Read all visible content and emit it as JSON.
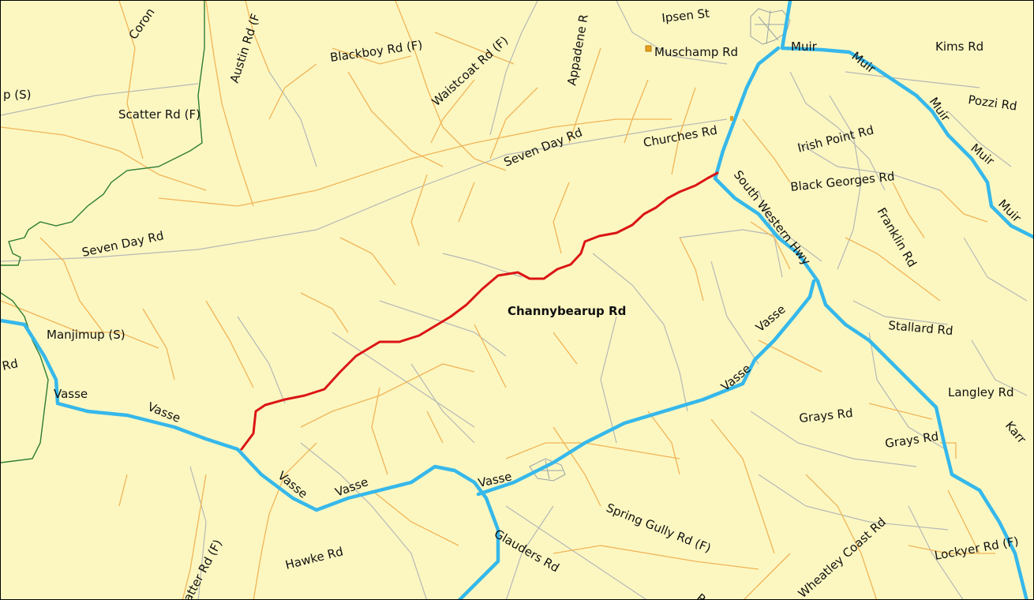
{
  "map": {
    "colors": {
      "background": "#fcf7c1",
      "highway": "#36b8ea",
      "gravel_road": "#f1b457",
      "minor_road": "#b5b8b6",
      "highlighted_road": "#db1515",
      "shire_boundary": "#2e7d32",
      "town": "#9aa3a6"
    },
    "labels": {
      "coron": "Coron",
      "austin_rd": "Austin Rd (F",
      "blackboy_rd": "Blackboy Rd (F)",
      "waistcoat_rd": "Waistcoat Rd (F)",
      "appadene": "Appadene R",
      "ipsen_st": "Ipsen St",
      "muschamp_rd": "Muschamp Rd",
      "muir_top": "Muir",
      "kims_rd": "Kims Rd",
      "muir_1": "Muir",
      "shire_partial": "p (S)",
      "scatter_rd": "Scatter Rd (F)",
      "pozzi_rd": "Pozzi Rd",
      "muir_2": "Muir",
      "seven_day_rd_top": "Seven Day Rd",
      "churches_rd": "Churches Rd",
      "irish_point_rd": "Irish Point Rd",
      "muir_3": "Muir",
      "black_georges_rd": "Black Georges Rd",
      "south_western_hwy": "South Western Hwy",
      "muir_4": "Muir",
      "seven_day_rd_left": "Seven Day Rd",
      "franklin_rd": "Franklin Rd",
      "channybearup_rd": "Channybearup Rd",
      "manjimup_s": "Manjimup (S)",
      "vasse_ne": "Vasse",
      "stallard_rd": "Stallard Rd",
      "rd_left": "Rd",
      "vasse_mid_ne": "Vasse",
      "vasse_far_left": "Vasse",
      "vasse_left": "Vasse",
      "langley_rd": "Langley Rd",
      "grays_rd_1": "Grays Rd",
      "grays_rd_2": "Grays Rd",
      "karri": "Karr",
      "vasse_sw": "Vasse",
      "vasse_s": "Vasse",
      "vasse_town": "Vasse",
      "spring_gully_rd": "Spring Gully Rd (F)",
      "wheatley_coast_rd": "Wheatley Coast Rd",
      "lockyer_rd": "Lockyer Rd (F)",
      "hawke_rd": "Hawke Rd",
      "glauders_rd": "Glauders Rd",
      "atter_rd": "atter Rd (F)",
      "r_partial": "R"
    },
    "icons": {
      "muschamp_marker": "place-marker-icon"
    }
  }
}
